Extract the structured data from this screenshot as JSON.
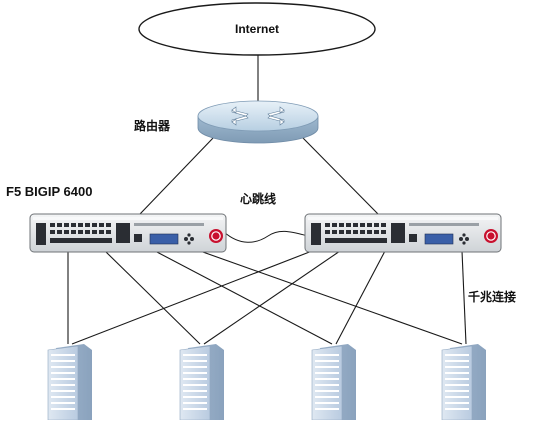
{
  "diagram": {
    "cloud_label": "Internet",
    "router_label": "路由器",
    "device_label": "F5 BIGIP 6400",
    "heartbeat_label": "心跳线",
    "gigabit_label": "千兆连接",
    "server_count": 4
  },
  "colors": {
    "line": "#1a1a1a",
    "router_body": "#c9dbe9",
    "router_arrows": "#ffffff",
    "device_body": "#e6e8ea",
    "device_dark": "#2a2d33",
    "lcd": "#3a5fa8",
    "logo": "#c8102e",
    "building": "#cfdceb",
    "building_window": "#ffffff"
  },
  "icons": {
    "router": "router-icon",
    "device": "load-balancer-icon",
    "server": "server-building-icon"
  }
}
